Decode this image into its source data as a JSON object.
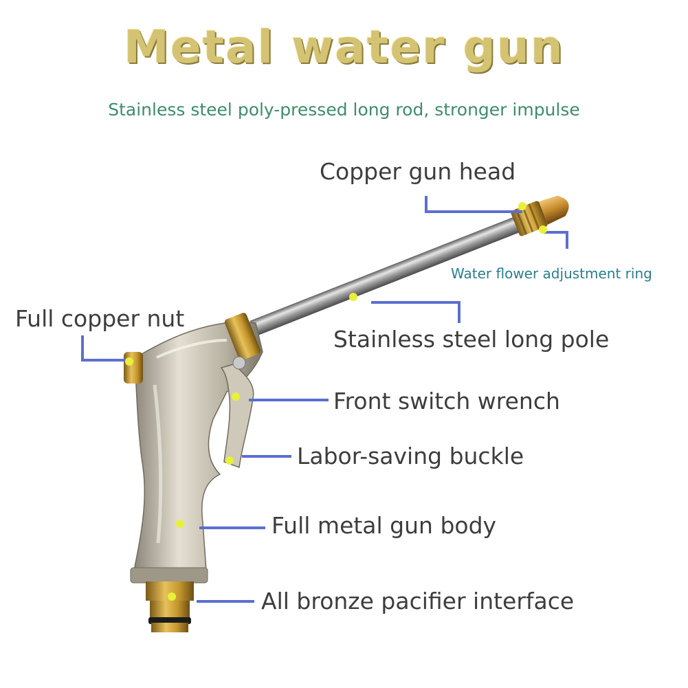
{
  "title": "Metal water gun",
  "subtitle": "Stainless steel poly-pressed long rod, stronger impulse",
  "labels": {
    "copper_gun_head": "Copper gun head",
    "water_flower_ring": "Water flower adjustment ring",
    "full_copper_nut": "Full copper nut",
    "stainless_pole": "Stainless steel long pole",
    "front_switch": "Front switch wrench",
    "labor_buckle": "Labor-saving buckle",
    "metal_body": "Full metal gun body",
    "bronze_interface": "All bronze pacifier interface"
  },
  "colors": {
    "title": "#d4c372",
    "subtitle": "#3f8c6a",
    "label": "#3d3d3d",
    "small_label": "#2b7d8e",
    "leader_line": "#5b6fd0",
    "marker_dot": "#e8f03a"
  }
}
